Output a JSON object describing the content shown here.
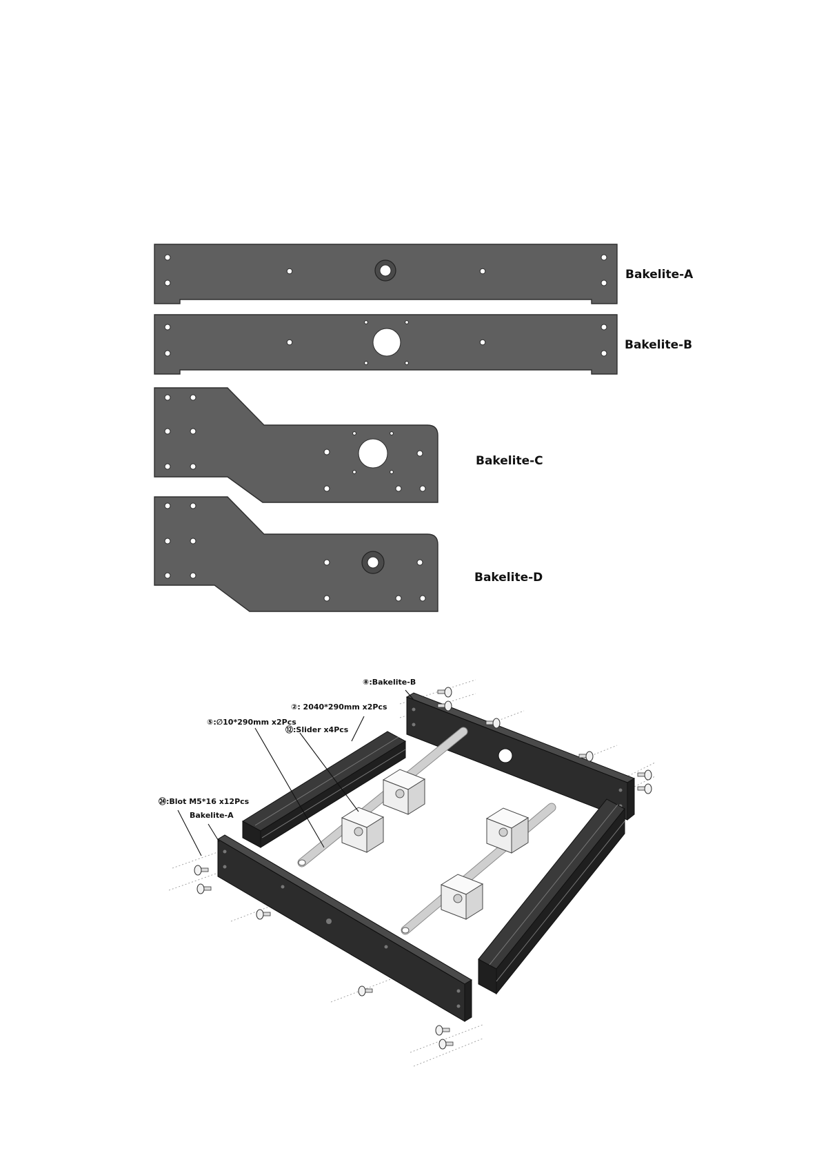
{
  "plates": {
    "a": "Bakelite-A",
    "b": "Bakelite-B",
    "c": "Bakelite-C",
    "d": "Bakelite-D"
  },
  "callouts": {
    "bakelite_b": "⑧:Bakelite-B",
    "profile": "②: 2040*290mm x2Pcs",
    "rod": "⑤:∅10*290mm x2Pcs",
    "slider": "⑫:Slider x4Pcs",
    "bolt": "㉔:Blot M5*16 x12Pcs",
    "bakelite_a": "Bakelite-A"
  }
}
